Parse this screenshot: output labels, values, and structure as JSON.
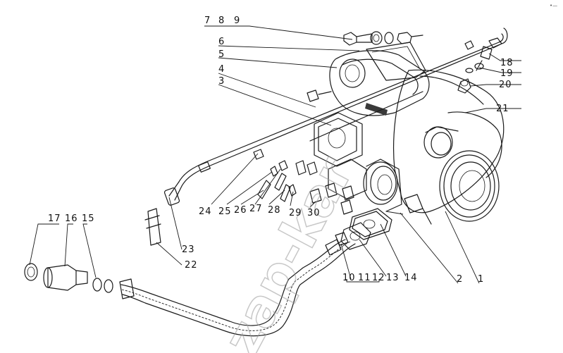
{
  "watermark": "zap-kar",
  "corner_mark": "•—",
  "callouts": [
    {
      "id": "c7",
      "text": "7"
    },
    {
      "id": "c8",
      "text": "8"
    },
    {
      "id": "c9",
      "text": "9"
    },
    {
      "id": "c6",
      "text": "6"
    },
    {
      "id": "c5",
      "text": "5"
    },
    {
      "id": "c4",
      "text": "4"
    },
    {
      "id": "c3",
      "text": "3"
    },
    {
      "id": "c18",
      "text": "18"
    },
    {
      "id": "c19",
      "text": "19"
    },
    {
      "id": "c20",
      "text": "20"
    },
    {
      "id": "c21",
      "text": "21"
    },
    {
      "id": "c24",
      "text": "24"
    },
    {
      "id": "c25",
      "text": "25"
    },
    {
      "id": "c26",
      "text": "26"
    },
    {
      "id": "c27",
      "text": "27"
    },
    {
      "id": "c28",
      "text": "28"
    },
    {
      "id": "c29",
      "text": "29"
    },
    {
      "id": "c30",
      "text": "30"
    },
    {
      "id": "c17",
      "text": "17"
    },
    {
      "id": "c16",
      "text": "16"
    },
    {
      "id": "c15",
      "text": "15"
    },
    {
      "id": "c23",
      "text": "23"
    },
    {
      "id": "c22",
      "text": "22"
    },
    {
      "id": "c10",
      "text": "10"
    },
    {
      "id": "c11",
      "text": "11"
    },
    {
      "id": "c12",
      "text": "12"
    },
    {
      "id": "c13",
      "text": "13"
    },
    {
      "id": "c14",
      "text": "14"
    },
    {
      "id": "c2",
      "text": "2"
    },
    {
      "id": "c1",
      "text": "1"
    }
  ]
}
